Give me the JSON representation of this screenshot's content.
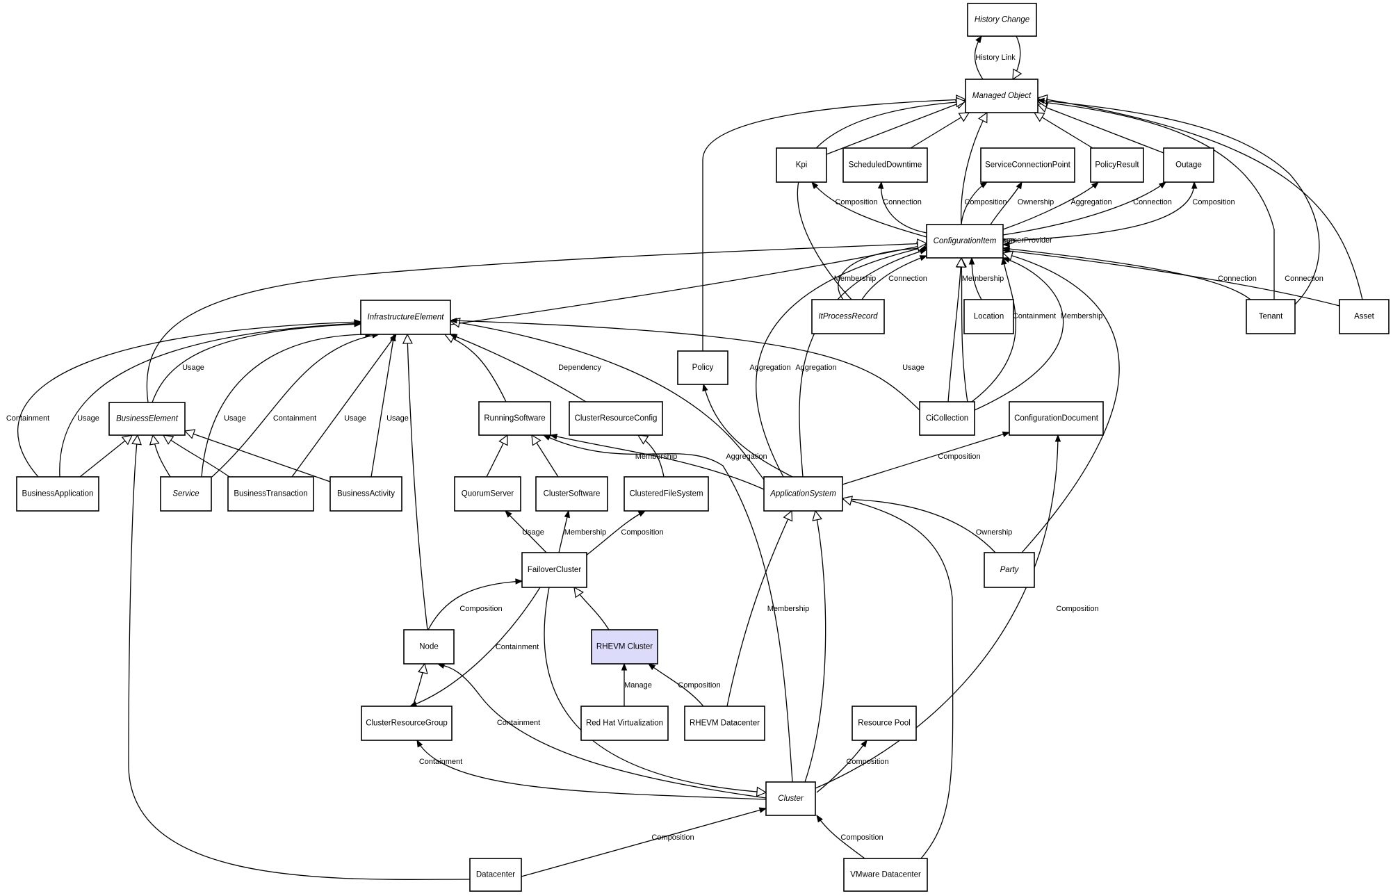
{
  "diagram": {
    "title": "Configuration Item Class Diagram",
    "highlight_color": "#dcdcfa",
    "nodes": [
      {
        "id": "history-change",
        "label": "History Change",
        "abstract": true
      },
      {
        "id": "managed-object",
        "label": "Managed Object",
        "abstract": true
      },
      {
        "id": "kpi",
        "label": "Kpi",
        "abstract": false
      },
      {
        "id": "scheduled-downtime",
        "label": "ScheduledDowntime",
        "abstract": false
      },
      {
        "id": "service-connection-point",
        "label": "ServiceConnectionPoint",
        "abstract": false
      },
      {
        "id": "policy-result",
        "label": "PolicyResult",
        "abstract": false
      },
      {
        "id": "outage",
        "label": "Outage",
        "abstract": false
      },
      {
        "id": "configuration-item",
        "label": "ConfigurationItem",
        "abstract": true
      },
      {
        "id": "it-process-record",
        "label": "ItProcessRecord",
        "abstract": true
      },
      {
        "id": "location",
        "label": "Location",
        "abstract": false
      },
      {
        "id": "tenant",
        "label": "Tenant",
        "abstract": false
      },
      {
        "id": "asset",
        "label": "Asset",
        "abstract": false
      },
      {
        "id": "infrastructure-element",
        "label": "InfrastructureElement",
        "abstract": true
      },
      {
        "id": "policy",
        "label": "Policy",
        "abstract": false
      },
      {
        "id": "business-element",
        "label": "BusinessElement",
        "abstract": true
      },
      {
        "id": "running-software",
        "label": "RunningSoftware",
        "abstract": false
      },
      {
        "id": "cluster-resource-config",
        "label": "ClusterResourceConfig",
        "abstract": false
      },
      {
        "id": "ci-collection",
        "label": "CiCollection",
        "abstract": false
      },
      {
        "id": "configuration-document",
        "label": "ConfigurationDocument",
        "abstract": false
      },
      {
        "id": "business-application",
        "label": "BusinessApplication",
        "abstract": false
      },
      {
        "id": "service",
        "label": "Service",
        "abstract": true
      },
      {
        "id": "business-transaction",
        "label": "BusinessTransaction",
        "abstract": false
      },
      {
        "id": "business-activity",
        "label": "BusinessActivity",
        "abstract": false
      },
      {
        "id": "quorum-server",
        "label": "QuorumServer",
        "abstract": false
      },
      {
        "id": "cluster-software",
        "label": "ClusterSoftware",
        "abstract": false
      },
      {
        "id": "clustered-file-system",
        "label": "ClusteredFileSystem",
        "abstract": false
      },
      {
        "id": "application-system",
        "label": "ApplicationSystem",
        "abstract": true
      },
      {
        "id": "failover-cluster",
        "label": "FailoverCluster",
        "abstract": false
      },
      {
        "id": "party",
        "label": "Party",
        "abstract": true
      },
      {
        "id": "node",
        "label": "Node",
        "abstract": false
      },
      {
        "id": "rhevm-cluster",
        "label": "RHEVM Cluster",
        "abstract": false,
        "highlight": true
      },
      {
        "id": "cluster-resource-group",
        "label": "ClusterResourceGroup",
        "abstract": false
      },
      {
        "id": "red-hat-virtualization",
        "label": "Red Hat Virtualization",
        "abstract": false
      },
      {
        "id": "rhevm-datacenter",
        "label": "RHEVM Datacenter",
        "abstract": false
      },
      {
        "id": "resource-pool",
        "label": "Resource Pool",
        "abstract": false
      },
      {
        "id": "cluster",
        "label": "Cluster",
        "abstract": true
      },
      {
        "id": "datacenter",
        "label": "Datacenter",
        "abstract": false
      },
      {
        "id": "vmware-datacenter",
        "label": "VMware Datacenter",
        "abstract": false
      }
    ],
    "edges": [
      {
        "from": "managed-object",
        "to": "history-change",
        "label": "History Link",
        "kind": "association"
      },
      {
        "from": "history-change",
        "to": "managed-object",
        "label": "",
        "kind": "generalization"
      },
      {
        "from": "kpi",
        "to": "managed-object",
        "label": "",
        "kind": "generalization"
      },
      {
        "from": "scheduled-downtime",
        "to": "managed-object",
        "label": "",
        "kind": "generalization"
      },
      {
        "from": "configuration-item",
        "to": "managed-object",
        "label": "",
        "kind": "generalization"
      },
      {
        "from": "policy-result",
        "to": "managed-object",
        "label": "",
        "kind": "generalization"
      },
      {
        "from": "outage",
        "to": "managed-object",
        "label": "",
        "kind": "generalization"
      },
      {
        "from": "policy",
        "to": "managed-object",
        "label": "",
        "kind": "generalization"
      },
      {
        "from": "it-process-record",
        "to": "managed-object",
        "label": "",
        "kind": "generalization"
      },
      {
        "from": "tenant",
        "to": "managed-object",
        "label": "",
        "kind": "generalization"
      },
      {
        "from": "asset",
        "to": "managed-object",
        "label": "",
        "kind": "generalization"
      },
      {
        "from": "tenant",
        "to": "managed-object",
        "label": "Connection",
        "kind": "association"
      },
      {
        "from": "configuration-item",
        "to": "kpi",
        "label": "Composition",
        "kind": "association"
      },
      {
        "from": "configuration-item",
        "to": "scheduled-downtime",
        "label": "Connection",
        "kind": "association"
      },
      {
        "from": "configuration-item",
        "to": "service-connection-point",
        "label": "Composition",
        "kind": "association"
      },
      {
        "from": "configuration-item",
        "to": "service-connection-point",
        "label": "Ownership",
        "kind": "association"
      },
      {
        "from": "configuration-item",
        "to": "policy-result",
        "label": "Aggregation",
        "kind": "association"
      },
      {
        "from": "configuration-item",
        "to": "outage",
        "label": "Connection",
        "kind": "association"
      },
      {
        "from": "configuration-item",
        "to": "outage",
        "label": "Composition",
        "kind": "association"
      },
      {
        "from": "configuration-item",
        "to": "configuration-item",
        "label": "ConsumerProvider",
        "kind": "association"
      },
      {
        "from": "tenant",
        "to": "configuration-item",
        "label": "Connection",
        "kind": "association"
      },
      {
        "from": "asset",
        "to": "configuration-item",
        "label": "Connection",
        "kind": "association"
      },
      {
        "from": "it-process-record",
        "to": "configuration-item",
        "label": "Membership",
        "kind": "association"
      },
      {
        "from": "it-process-record",
        "to": "configuration-item",
        "label": "Connection",
        "kind": "association"
      },
      {
        "from": "location",
        "to": "configuration-item",
        "label": "",
        "kind": "generalization"
      },
      {
        "from": "location",
        "to": "configuration-item",
        "label": "Membership",
        "kind": "association"
      },
      {
        "from": "ci-collection",
        "to": "configuration-item",
        "label": "",
        "kind": "generalization"
      },
      {
        "from": "ci-collection",
        "to": "configuration-item",
        "label": "Containment",
        "kind": "association"
      },
      {
        "from": "ci-collection",
        "to": "configuration-item",
        "label": "Membership",
        "kind": "association"
      },
      {
        "from": "application-system",
        "to": "configuration-item",
        "label": "Aggregation",
        "kind": "association"
      },
      {
        "from": "application-system",
        "to": "configuration-item",
        "label": "Aggregation",
        "kind": "association"
      },
      {
        "from": "party",
        "to": "configuration-item",
        "label": "",
        "kind": "generalization"
      },
      {
        "from": "infrastructure-element",
        "to": "configuration-item",
        "label": "",
        "kind": "generalization"
      },
      {
        "from": "business-element",
        "to": "configuration-item",
        "label": "",
        "kind": "generalization"
      },
      {
        "from": "business-element",
        "to": "infrastructure-element",
        "label": "Usage",
        "kind": "association"
      },
      {
        "from": "business-application",
        "to": "infrastructure-element",
        "label": "Containment",
        "kind": "association"
      },
      {
        "from": "business-application",
        "to": "infrastructure-element",
        "label": "Usage",
        "kind": "association"
      },
      {
        "from": "service",
        "to": "infrastructure-element",
        "label": "Usage",
        "kind": "association"
      },
      {
        "from": "service",
        "to": "infrastructure-element",
        "label": "Containment",
        "kind": "association"
      },
      {
        "from": "business-transaction",
        "to": "infrastructure-element",
        "label": "Usage",
        "kind": "association"
      },
      {
        "from": "business-activity",
        "to": "infrastructure-element",
        "label": "Usage",
        "kind": "association"
      },
      {
        "from": "node",
        "to": "infrastructure-element",
        "label": "",
        "kind": "generalization"
      },
      {
        "from": "running-software",
        "to": "infrastructure-element",
        "label": "",
        "kind": "generalization"
      },
      {
        "from": "cluster-resource-config",
        "to": "infrastructure-element",
        "label": "Dependency",
        "kind": "association"
      },
      {
        "from": "application-system",
        "to": "infrastructure-element",
        "label": "",
        "kind": "generalization"
      },
      {
        "from": "ci-collection",
        "to": "infrastructure-element",
        "label": "Usage",
        "kind": "association"
      },
      {
        "from": "business-application",
        "to": "business-element",
        "label": "",
        "kind": "generalization"
      },
      {
        "from": "service",
        "to": "business-element",
        "label": "",
        "kind": "generalization"
      },
      {
        "from": "business-transaction",
        "to": "business-element",
        "label": "",
        "kind": "generalization"
      },
      {
        "from": "business-activity",
        "to": "business-element",
        "label": "",
        "kind": "generalization"
      },
      {
        "from": "datacenter",
        "to": "business-element",
        "label": "",
        "kind": "generalization"
      },
      {
        "from": "quorum-server",
        "to": "running-software",
        "label": "",
        "kind": "generalization"
      },
      {
        "from": "cluster-software",
        "to": "running-software",
        "label": "",
        "kind": "generalization"
      },
      {
        "from": "clustered-file-system",
        "to": "cluster-resource-config",
        "label": "",
        "kind": "generalization"
      },
      {
        "from": "application-system",
        "to": "running-software",
        "label": "Membership",
        "kind": "association"
      },
      {
        "from": "cluster",
        "to": "running-software",
        "label": "",
        "kind": "association"
      },
      {
        "from": "application-system",
        "to": "policy",
        "label": "Aggregation",
        "kind": "association"
      },
      {
        "from": "application-system",
        "to": "configuration-document",
        "label": "Composition",
        "kind": "association"
      },
      {
        "from": "cluster",
        "to": "configuration-document",
        "label": "Composition",
        "kind": "association"
      },
      {
        "from": "party",
        "to": "application-system",
        "label": "Ownership",
        "kind": "association"
      },
      {
        "from": "vmware-datacenter",
        "to": "application-system",
        "label": "",
        "kind": "generalization"
      },
      {
        "from": "rhevm-datacenter",
        "to": "application-system",
        "label": "Membership",
        "kind": "generalization"
      },
      {
        "from": "cluster",
        "to": "application-system",
        "label": "",
        "kind": "generalization"
      },
      {
        "from": "failover-cluster",
        "to": "quorum-server",
        "label": "Usage",
        "kind": "association"
      },
      {
        "from": "failover-cluster",
        "to": "cluster-software",
        "label": "Membership",
        "kind": "association"
      },
      {
        "from": "failover-cluster",
        "to": "clustered-file-system",
        "label": "Composition",
        "kind": "association"
      },
      {
        "from": "node",
        "to": "failover-cluster",
        "label": "Composition",
        "kind": "association"
      },
      {
        "from": "failover-cluster",
        "to": "cluster-resource-group",
        "label": "Containment",
        "kind": "association"
      },
      {
        "from": "rhevm-cluster",
        "to": "failover-cluster",
        "label": "",
        "kind": "generalization"
      },
      {
        "from": "failover-cluster",
        "to": "cluster",
        "label": "",
        "kind": "generalization"
      },
      {
        "from": "cluster-resource-group",
        "to": "node",
        "label": "",
        "kind": "generalization"
      },
      {
        "from": "cluster",
        "to": "node",
        "label": "Containment",
        "kind": "association"
      },
      {
        "from": "red-hat-virtualization",
        "to": "rhevm-cluster",
        "label": "Manage",
        "kind": "association"
      },
      {
        "from": "rhevm-datacenter",
        "to": "rhevm-cluster",
        "label": "Composition",
        "kind": "association"
      },
      {
        "from": "cluster",
        "to": "cluster-resource-group",
        "label": "Containment",
        "kind": "association"
      },
      {
        "from": "cluster",
        "to": "resource-pool",
        "label": "Composition",
        "kind": "association"
      },
      {
        "from": "datacenter",
        "to": "cluster",
        "label": "Composition",
        "kind": "association"
      },
      {
        "from": "vmware-datacenter",
        "to": "cluster",
        "label": "Composition",
        "kind": "association"
      }
    ]
  }
}
